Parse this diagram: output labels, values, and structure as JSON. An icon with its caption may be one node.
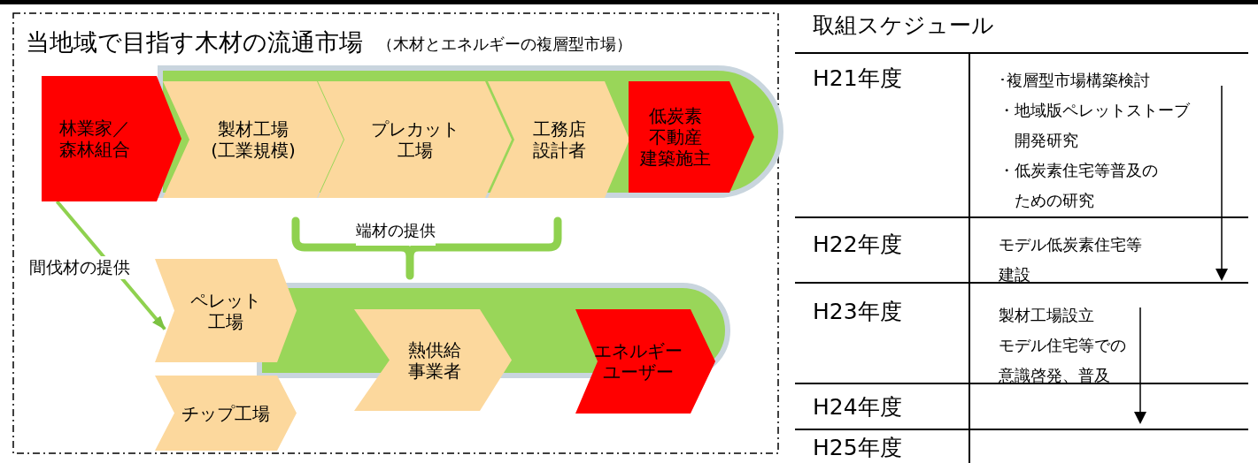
{
  "diagram": {
    "nodes": [
      {
        "text": [
          "当地域で目指す木材の流通市場",
          "（木材とエネルギーの複層型市場）"
        ]
      },
      {
        "text": [],
        "shape": "band",
        "in": 0
      },
      {
        "text": [
          "林業家／森林組合"
        ],
        "in": 0
      },
      {
        "text": [
          "製材工場(工業規模)"
        ],
        "in": 1
      },
      {
        "text": [
          "プレカット工場"
        ],
        "in": 1
      },
      {
        "text": [
          "工務店設計者"
        ],
        "in": 1
      },
      {
        "text": [
          "低炭素不動産建築施主"
        ],
        "in": 1
      },
      {
        "text": [],
        "shape": "band",
        "in": 0
      },
      {
        "text": [
          "ペレット工場"
        ],
        "in": 0
      },
      {
        "text": [
          "チップ工場"
        ],
        "in": 0
      },
      {
        "text": [
          "熱供給事業者"
        ],
        "in": 0
      },
      {
        "text": [
          "エネルギーユーザー"
        ],
        "in": 0
      }
    ],
    "edges": [
      {
        "from": 2,
        "to": 8,
        "arrow": "to",
        "label": "間伐材の提供"
      }
    ],
    "labels": [
      "端材の提供",
      "取組スケジュール",
      "H21年度",
      "･複層型市場構築検討",
      "・地域版ペレットストーブ開発研究",
      "・低炭素住宅等普及のための研究",
      "H22年度",
      "モデル低炭素住宅等建設",
      "H23年度",
      "製材工場設立",
      "モデル住宅等での意識啓発、普及",
      "H24年度",
      "H25年度"
    ]
  }
}
